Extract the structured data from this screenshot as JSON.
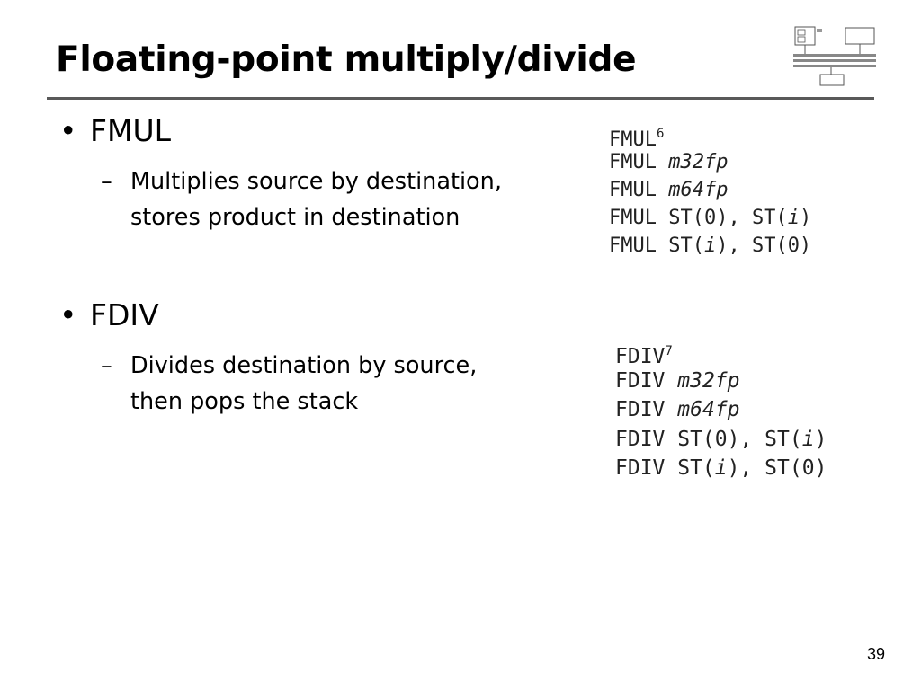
{
  "slide": {
    "title": "Floating-point multiply/divide",
    "page_number": "39"
  },
  "bullets": [
    {
      "marker": "•",
      "label": "FMUL",
      "sub_marker": "–",
      "sub_lines": [
        "Multiplies source by destination,",
        "stores product in destination"
      ]
    },
    {
      "marker": "•",
      "label": "FDIV",
      "sub_marker": "–",
      "sub_lines": [
        "Divides destination by source,",
        "then pops the stack"
      ]
    }
  ],
  "fmul_syntax": {
    "line1": {
      "op": "FMUL",
      "sup": "6"
    },
    "line2": {
      "op": "FMUL ",
      "arg": "m32fp"
    },
    "line3": {
      "op": "FMUL ",
      "arg": "m64fp"
    },
    "line4": {
      "a": "FMUL ST(0), ST(",
      "i": "i",
      "b": ")"
    },
    "line5": {
      "a": "FMUL ST(",
      "i": "i",
      "b": "), ST(0)"
    }
  },
  "fdiv_syntax": {
    "line1": {
      "op": "FDIV",
      "sup": "7"
    },
    "line2": {
      "op": "FDIV ",
      "arg": "m32fp"
    },
    "line3": {
      "op": "FDIV ",
      "arg": "m64fp"
    },
    "line4": {
      "a": "FDIV ST(0), ST(",
      "i": "i",
      "b": ")"
    },
    "line5": {
      "a": "FDIV ST(",
      "i": "i",
      "b": "), ST(0)"
    }
  },
  "colors": {
    "title_rule": "#595959",
    "code_text": "#222222"
  },
  "icons": {
    "logo": "computer-architecture-diagram-icon"
  }
}
